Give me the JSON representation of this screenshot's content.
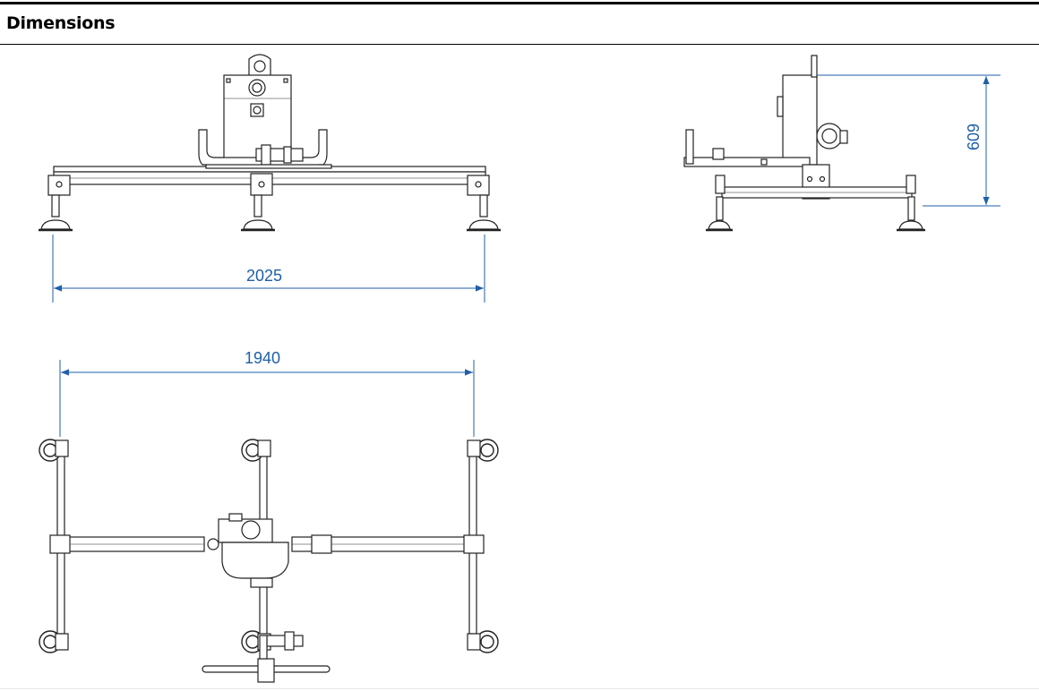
{
  "section": {
    "title": "Dimensions"
  },
  "dimensions": {
    "front_width": "2025",
    "top_width": "1940",
    "side_height": "609"
  },
  "colors": {
    "dimension_line": "#1f5fa8",
    "drawing_line": "#222222"
  }
}
